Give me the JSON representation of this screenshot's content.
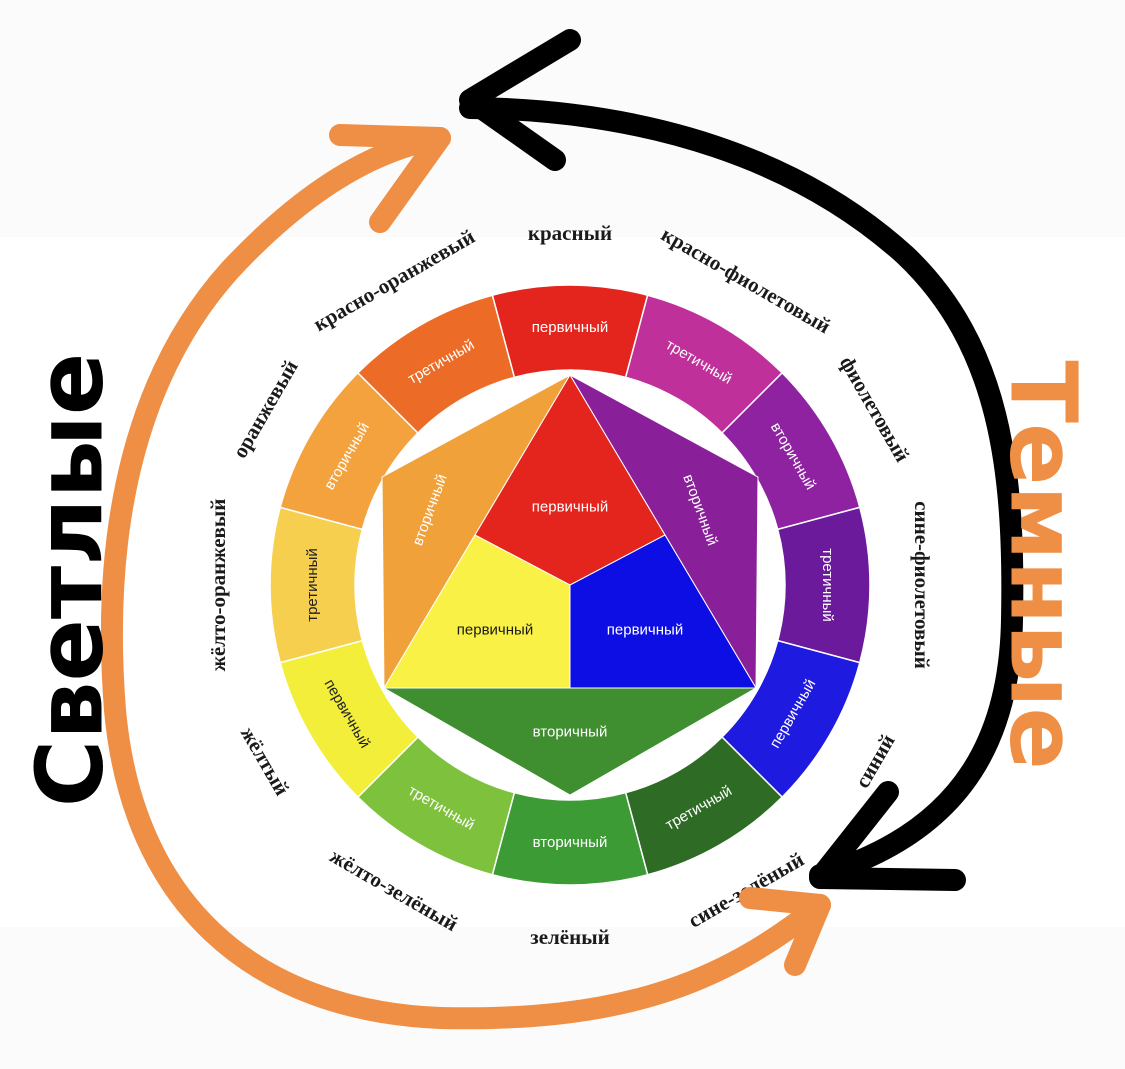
{
  "side_labels": {
    "light": "Светлые",
    "dark": "Темные"
  },
  "colors": {
    "light_arrow": "#ef8f45",
    "dark_arrow": "#000000"
  },
  "outer_ring": [
    {
      "name": "красный",
      "label": "первичный",
      "color": "#e3251e"
    },
    {
      "name": "красно-фиолетовый",
      "label": "третичный",
      "color": "#c0309a"
    },
    {
      "name": "фиолетовый",
      "label": "вторичный",
      "color": "#8e22a0"
    },
    {
      "name": "сине-фиолетовый",
      "label": "третичный",
      "color": "#6a1a9a"
    },
    {
      "name": "синий",
      "label": "первичный",
      "color": "#1f1ae0"
    },
    {
      "name": "сине-зелёный",
      "label": "третичный",
      "color": "#2e6b24"
    },
    {
      "name": "зелёный",
      "label": "вторичный",
      "color": "#3c9b34"
    },
    {
      "name": "жёлто-зелёный",
      "label": "третичный",
      "color": "#7ec13c"
    },
    {
      "name": "жёлтый",
      "label": "первичный",
      "color": "#f2ee3a"
    },
    {
      "name": "жёлто-оранжевый",
      "label": "третичный",
      "color": "#f7cf4e"
    },
    {
      "name": "оранжевый",
      "label": "вторичный",
      "color": "#f3a23e"
    },
    {
      "name": "красно-оранжевый",
      "label": "третичный",
      "color": "#ec6b27"
    }
  ],
  "inner": {
    "red": {
      "label": "первичный",
      "color": "#e3251e"
    },
    "yellow": {
      "label": "первичный",
      "color": "#f9f145"
    },
    "blue": {
      "label": "первичный",
      "color": "#0d0ee4"
    },
    "orange": {
      "label": "вторичный",
      "color": "#f0a13a"
    },
    "violet": {
      "label": "вторичный",
      "color": "#8a1f9a"
    },
    "green": {
      "label": "вторичный",
      "color": "#3f8e2f"
    }
  }
}
